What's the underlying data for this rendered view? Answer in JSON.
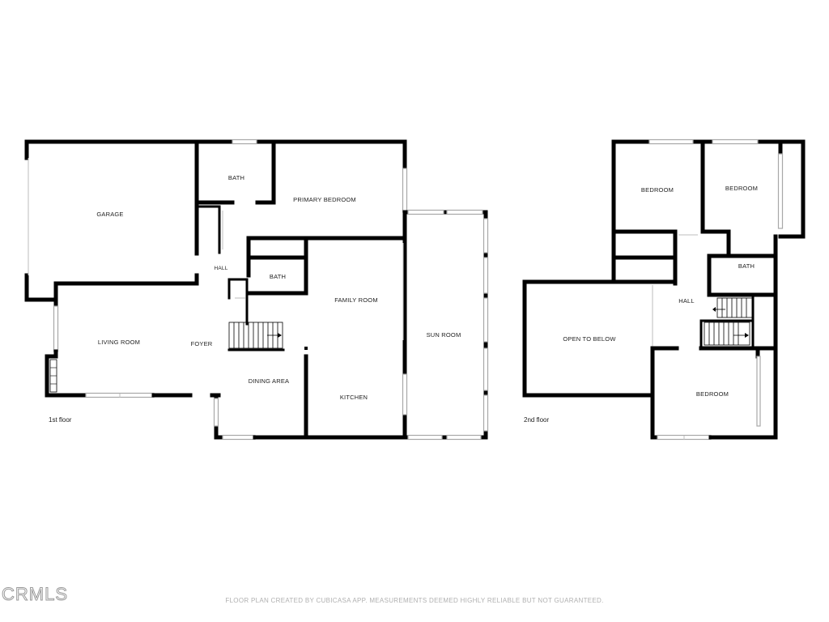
{
  "rooms": {
    "garage": "GARAGE",
    "bath_1": "BATH",
    "primary_bedroom": "PRIMARY BEDROOM",
    "hall_1": "HALL",
    "bath_2": "BATH",
    "family_room": "FAMILY ROOM",
    "living_room": "LIVING ROOM",
    "foyer": "FOYER",
    "sun_room": "SUN ROOM",
    "dining_area": "DINING AREA",
    "kitchen": "KITCHEN",
    "bedroom_1": "BEDROOM",
    "bedroom_2": "BEDROOM",
    "bath_3": "BATH",
    "hall_2": "HALL",
    "open_to_below": "OPEN TO BELOW",
    "bedroom_3": "BEDROOM"
  },
  "floors": {
    "first": "1st floor",
    "second": "2nd floor"
  },
  "footer": {
    "disclaimer": "FLOOR PLAN CREATED BY CUBICASA APP. MEASUREMENTS DEEMED HIGHLY RELIABLE BUT NOT GUARANTEED.",
    "logo": "CRMLS"
  },
  "colors": {
    "wall": "#000000",
    "window": "#a8a8a8",
    "footer_text": "#b0b0b0"
  }
}
